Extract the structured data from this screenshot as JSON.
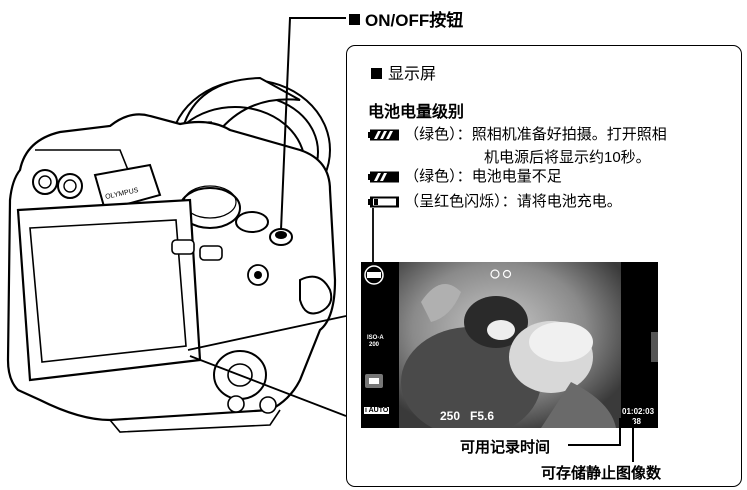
{
  "onoff_callout": {
    "label": "ON/OFF按钮"
  },
  "display_panel": {
    "title": "显示屏",
    "battery_heading": "电池电量级别",
    "battery_levels": [
      {
        "icon": "battery-full-icon",
        "label": "（绿色）：",
        "text_line1": "照相机准备好拍摄。打开照相",
        "text_line2": "机电源后将显示约10秒。",
        "color": "#000000"
      },
      {
        "icon": "battery-half-icon",
        "label": "（绿色）：",
        "text_line1": "电池电量不足",
        "color": "#000000"
      },
      {
        "icon": "battery-empty-icon",
        "label": "（呈红色闪烁）：",
        "text_line1": "请将电池充电。",
        "color": "#000000"
      }
    ]
  },
  "screen_osd": {
    "iso_label": "ISO-A",
    "iso_value": "200",
    "shutter": "250",
    "aperture": "F5.6",
    "mode": "i AUTO",
    "record_time": "01:02:03",
    "shots_remaining": "38"
  },
  "captions": {
    "record_time": "可用记录时间",
    "storable_images": "可存储静止图像数"
  }
}
